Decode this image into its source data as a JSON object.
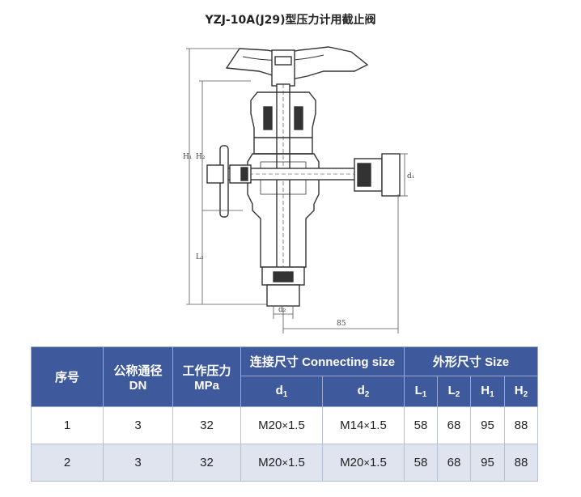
{
  "title": "YZJ-10A(J29)型压力计用截止阀",
  "drawing": {
    "labels": {
      "h1": "H₁",
      "h2": "H₂",
      "l2": "L₂",
      "d1": "d₁",
      "d2": "d₂",
      "dim_85": "85"
    }
  },
  "table": {
    "headers": {
      "no": "序号",
      "dn_cn": "公称通径",
      "dn": "DN",
      "wp_cn": "工作压力",
      "wp": "MPa",
      "connect": "连接尺寸 Connecting size",
      "outline": "外形尺寸 Size",
      "d1_base": "d",
      "d1_sub": "1",
      "d2_base": "d",
      "d2_sub": "2",
      "l1_base": "L",
      "l1_sub": "1",
      "l2_base": "L",
      "l2_sub": "2",
      "h1_base": "H",
      "h1_sub": "1",
      "h2_base": "H",
      "h2_sub": "2"
    },
    "rows": [
      {
        "no": "1",
        "dn": "3",
        "mpa": "32",
        "d1_a": "M20",
        "d1_b": "1.5",
        "d2_a": "M14",
        "d2_b": "1.5",
        "l1": "58",
        "l2": "68",
        "h1": "95",
        "h2": "88"
      },
      {
        "no": "2",
        "dn": "3",
        "mpa": "32",
        "d1_a": "M20",
        "d1_b": "1.5",
        "d2_a": "M20",
        "d2_b": "1.5",
        "l1": "58",
        "l2": "68",
        "h1": "95",
        "h2": "88"
      }
    ]
  }
}
